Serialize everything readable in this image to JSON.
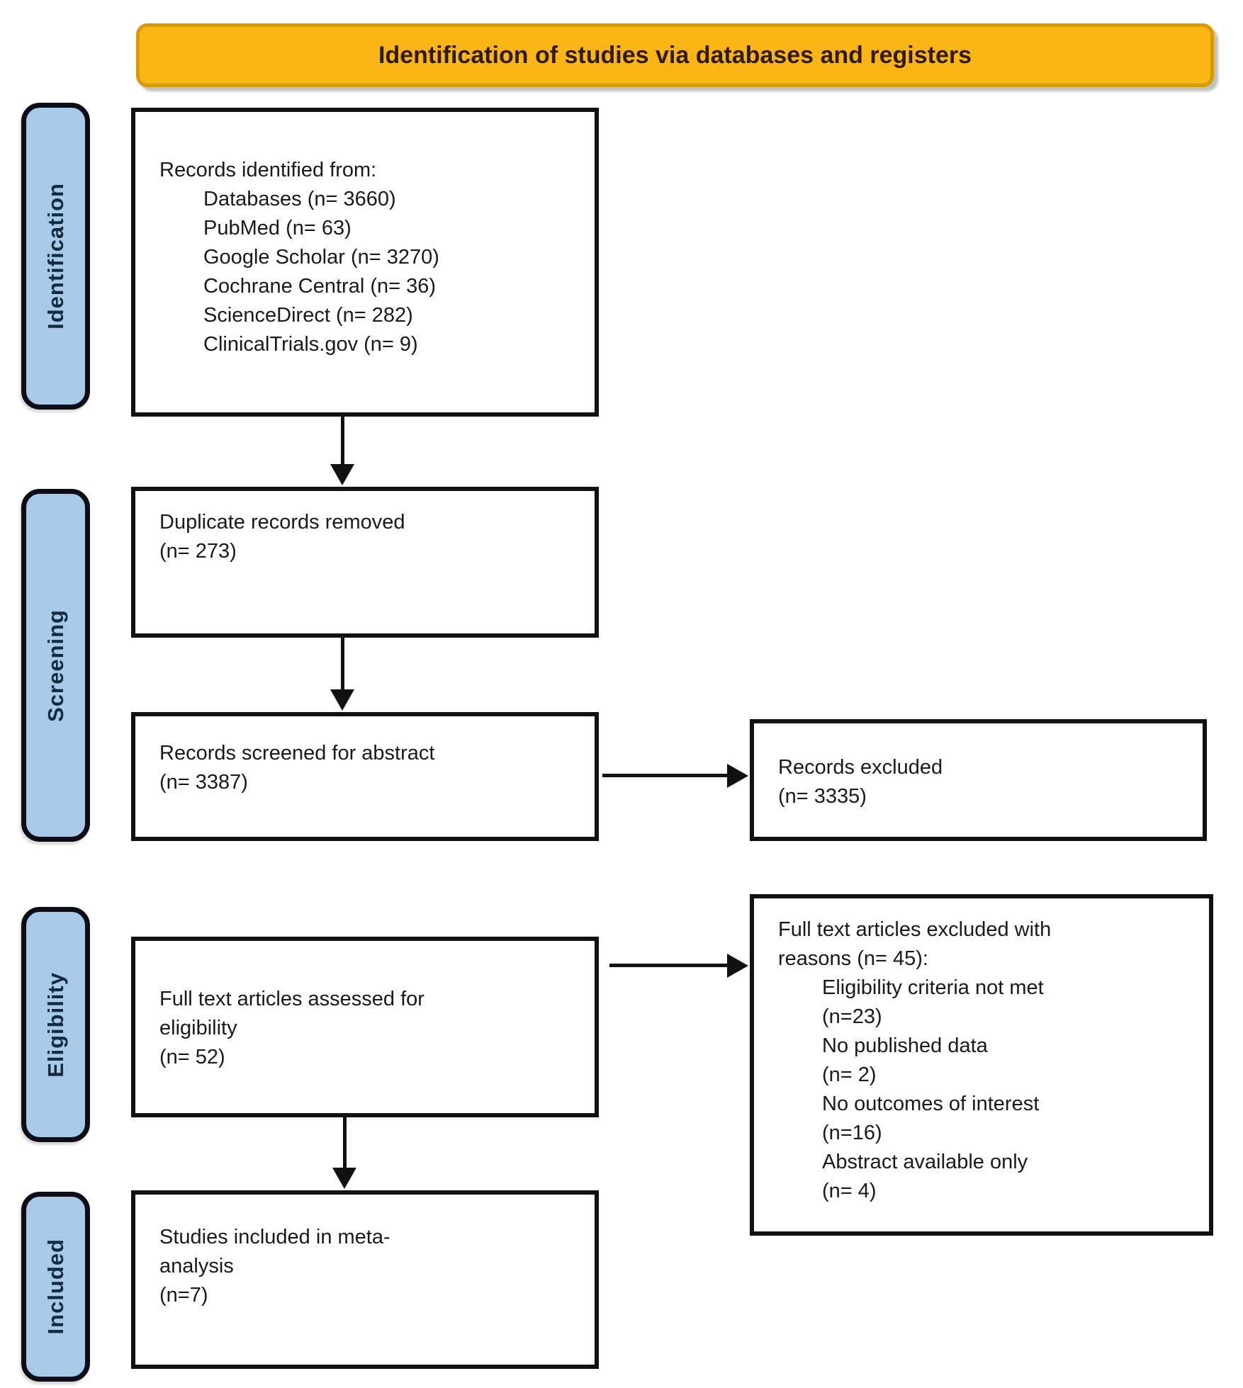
{
  "header": {
    "title": "Identification of studies via databases and registers"
  },
  "colors": {
    "banner_fill": "#FBB515",
    "banner_border": "#D59B00",
    "banner_text": "#2E1B02",
    "stage_fill": "#A9C9E9",
    "stage_text": "#15293F",
    "box_border": "#111111",
    "arrow": "#111111"
  },
  "sidebar": {
    "stages": [
      {
        "label": "Identification"
      },
      {
        "label": "Screening"
      },
      {
        "label": "Eligibility"
      },
      {
        "label": "Included"
      }
    ]
  },
  "boxes": {
    "identified": {
      "title": "Records identified from:",
      "items": [
        "Databases (n= 3660)",
        "PubMed (n= 63)",
        "Google Scholar (n= 3270)",
        "Cochrane Central (n= 36)",
        "ScienceDirect (n= 282)",
        "ClinicalTrials.gov (n= 9)"
      ]
    },
    "duplicates": {
      "lines": [
        "Duplicate records removed",
        "(n= 273)"
      ]
    },
    "screened": {
      "lines": [
        "Records screened for abstract",
        "(n= 3387)"
      ]
    },
    "excluded_records": {
      "lines": [
        "Records excluded",
        "(n= 3335)"
      ]
    },
    "fulltext": {
      "lines": [
        "Full text articles assessed for",
        "eligibility",
        "(n= 52)"
      ]
    },
    "fulltext_excluded": {
      "intro": [
        "Full text articles excluded with",
        "reasons (n= 45):"
      ],
      "reasons": [
        [
          "Eligibility criteria not met",
          "(n=23)"
        ],
        [
          "No published data",
          "(n= 2)"
        ],
        [
          "No outcomes of interest",
          "(n=16)"
        ],
        [
          "Abstract available only",
          "(n= 4)"
        ]
      ]
    },
    "included": {
      "lines": [
        "Studies included in meta-",
        "analysis",
        "(n=7)"
      ]
    }
  }
}
